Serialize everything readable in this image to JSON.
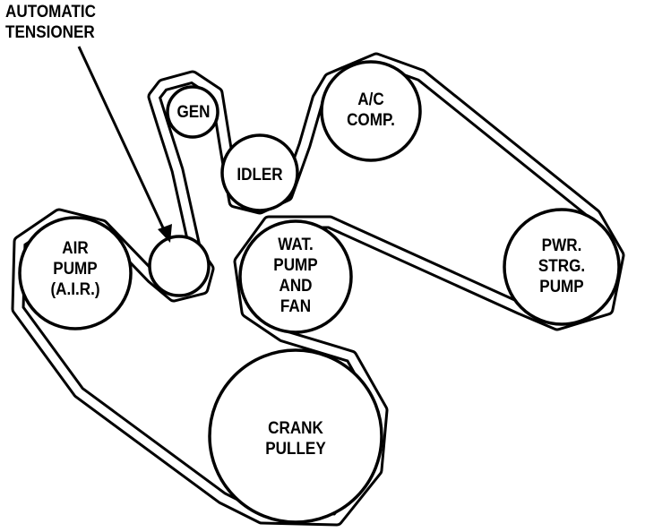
{
  "callout": {
    "line1": "AUTOMATIC",
    "line2": "TENSIONER"
  },
  "pulleys": {
    "gen": {
      "line1": "GEN"
    },
    "idler": {
      "line1": "IDLER"
    },
    "ac": {
      "line1": "A/C",
      "line2": "COMP."
    },
    "pwr": {
      "line1": "PWR.",
      "line2": "STRG.",
      "line3": "PUMP"
    },
    "air": {
      "line1": "AIR",
      "line2": "PUMP",
      "line3": "(A.I.R.)"
    },
    "wat": {
      "line1": "WAT.",
      "line2": "PUMP",
      "line3": "AND",
      "line4": "FAN"
    },
    "crank": {
      "line1": "CRANK",
      "line2": "PULLEY"
    }
  }
}
